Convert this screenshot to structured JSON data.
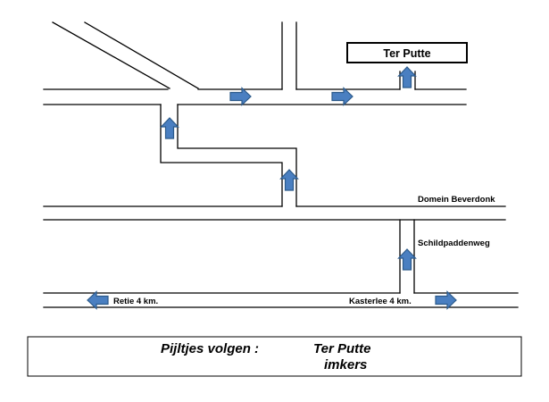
{
  "labels": {
    "destination": "Ter Putte",
    "domein": "Domein Beverdonk",
    "schildpadden": "Schildpaddenweg",
    "retie": "Retie 4 km.",
    "kasterlee": "Kasterlee 4 km."
  },
  "footer": {
    "follow_label": "Pijltjes volgen  :",
    "line1": "Ter Putte",
    "line2": "imkers"
  },
  "colors": {
    "arrow_fill": "#4a7fc1",
    "arrow_stroke": "#2c5a8a",
    "road_stroke": "#000000",
    "background": "#ffffff"
  },
  "icons": {
    "direction_arrow": "block-arrow"
  }
}
